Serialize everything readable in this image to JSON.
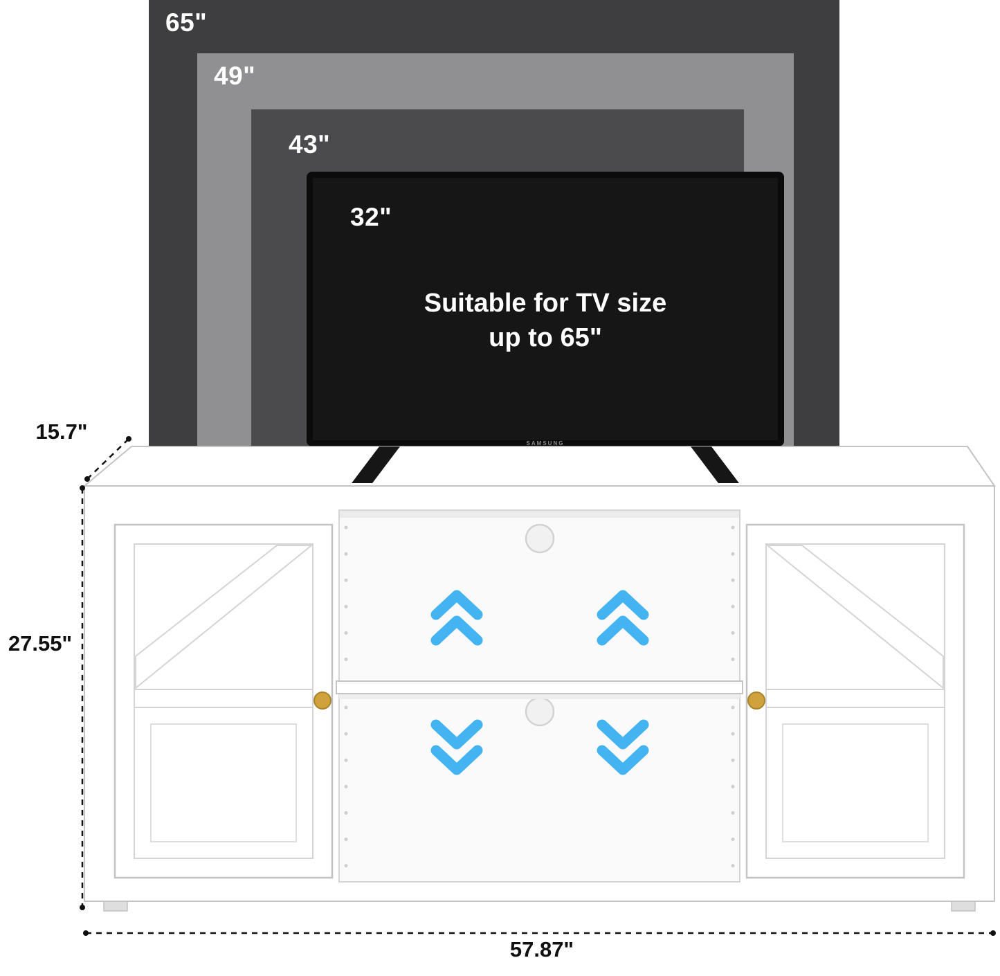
{
  "page": {
    "background": "#ffffff"
  },
  "tv_overlays": [
    {
      "label": "65\"",
      "color": "#3e3e40"
    },
    {
      "label": "49\"",
      "color": "#909092"
    },
    {
      "label": "43\"",
      "color": "#4b4b4d"
    },
    {
      "label": "32\"",
      "color": "#161616"
    }
  ],
  "tv": {
    "caption_line1": "Suitable for TV size",
    "caption_line2": "up to 65\"",
    "brand": "SAMSUNG"
  },
  "dimensions": {
    "depth_label": "15.7\"",
    "height_label": "27.55\"",
    "width_label": "57.87\""
  },
  "icons": {
    "shelf_up_arrow": "double-chevron-up",
    "shelf_down_arrow": "double-chevron-down"
  },
  "colors": {
    "arrow_blue": "#44b3f1",
    "knob_gold": "#d0a23c",
    "cabinet_outline": "#c4c4c4",
    "dimension_line": "#111111",
    "tv_bezel": "#0b0b0b"
  }
}
